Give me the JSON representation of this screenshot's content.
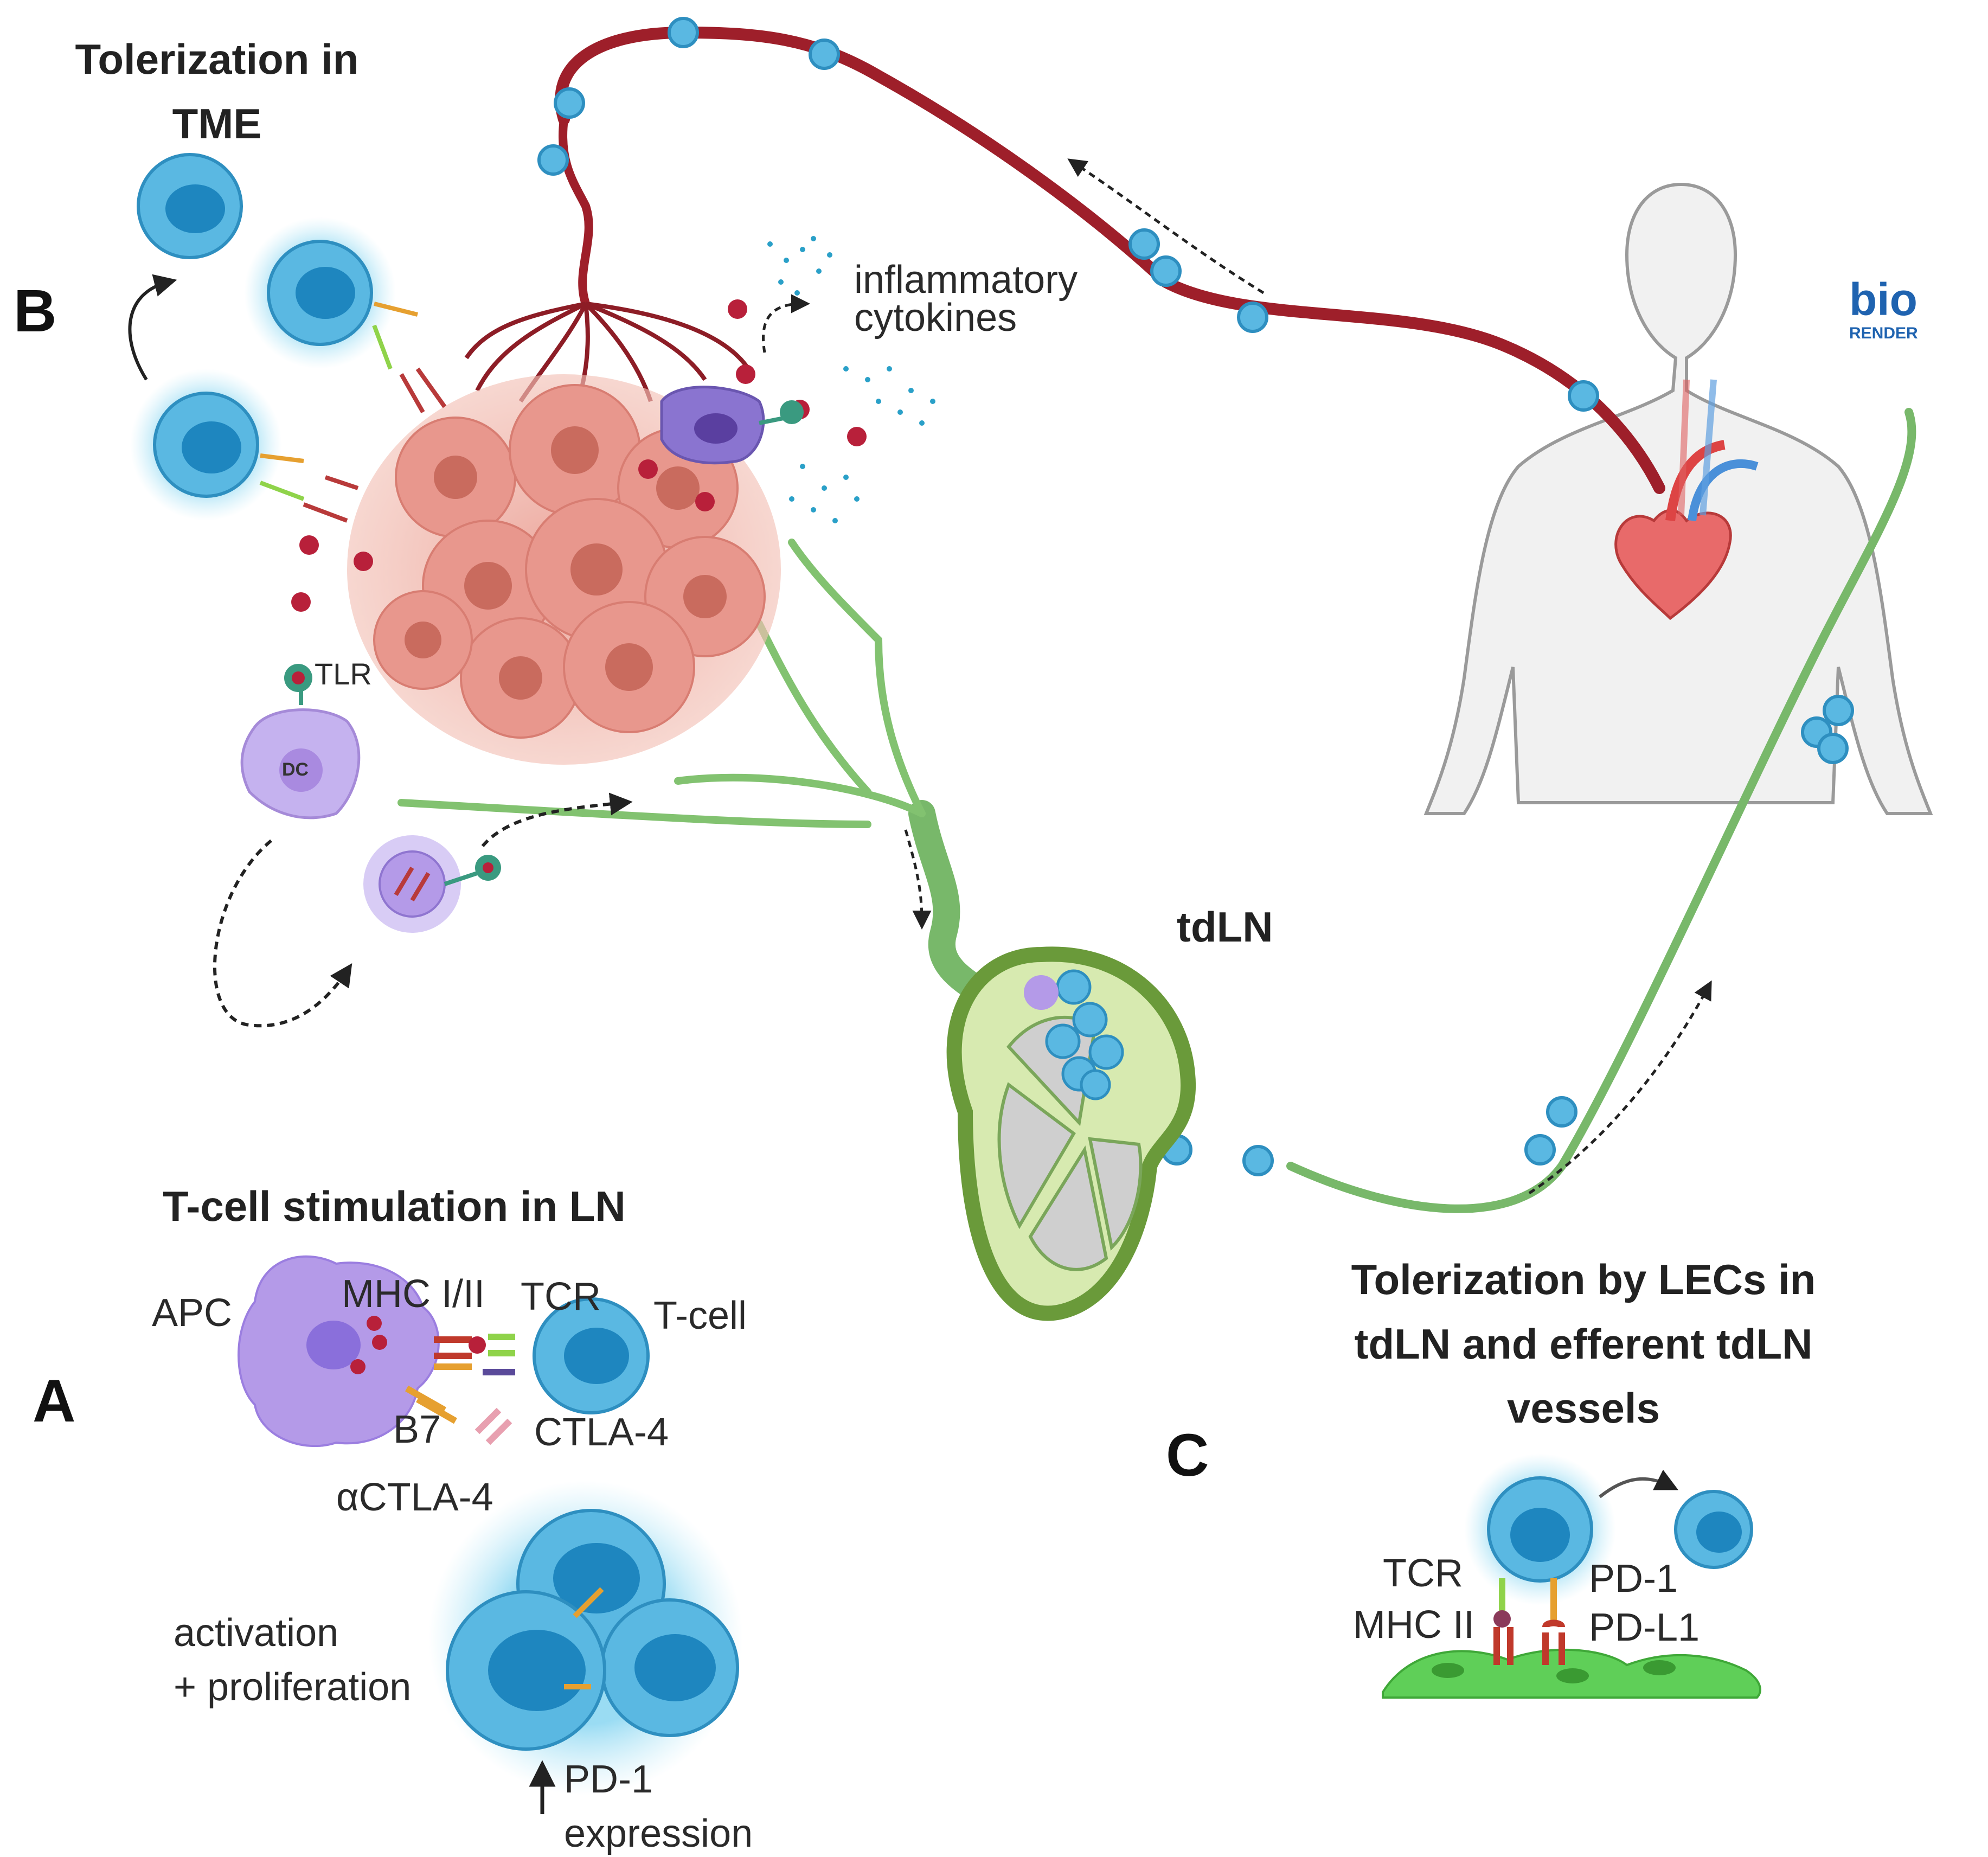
{
  "panels": {
    "a": "A",
    "b": "B",
    "c": "C"
  },
  "headings": {
    "tme_line1": "Tolerization in",
    "tme_line2": "TME",
    "ln_stim": "T-cell stimulation in LN",
    "lec_line1": "Tolerization by LECs in",
    "lec_line2": "tdLN and efferent tdLN",
    "lec_line3": "vessels",
    "tdln": "tdLN"
  },
  "labels": {
    "inflammatory": "inflammatory",
    "cytokines": "cytokines",
    "tlr": "TLR",
    "dc": "DC",
    "apc": "APC",
    "mhc_i_ii": "MHC I/II",
    "tcr_a": "TCR",
    "t_cell": "T-cell",
    "b7": "B7",
    "ctla4": "CTLA-4",
    "actla4": "αCTLA-4",
    "activation": "activation",
    "proliferation": "+ proliferation",
    "pd1_expression_line1": "PD-1",
    "pd1_expression_line2": "expression",
    "tcr_c": "TCR",
    "mhc_ii": "MHC II",
    "pd1": "PD-1",
    "pdl1": "PD-L1"
  },
  "logo": {
    "top": "bio",
    "bottom": "RENDER"
  },
  "colors": {
    "blood_vessel": "#9e1f2a",
    "lymph_vessel": "#78b86a",
    "t_cell": "#3aa5d8",
    "t_cell_nucleus": "#1e86bf",
    "tumor": "#e7928a",
    "apc": "#b49ae8",
    "lec": "#5fcf58",
    "logo": "#1f63b0"
  }
}
